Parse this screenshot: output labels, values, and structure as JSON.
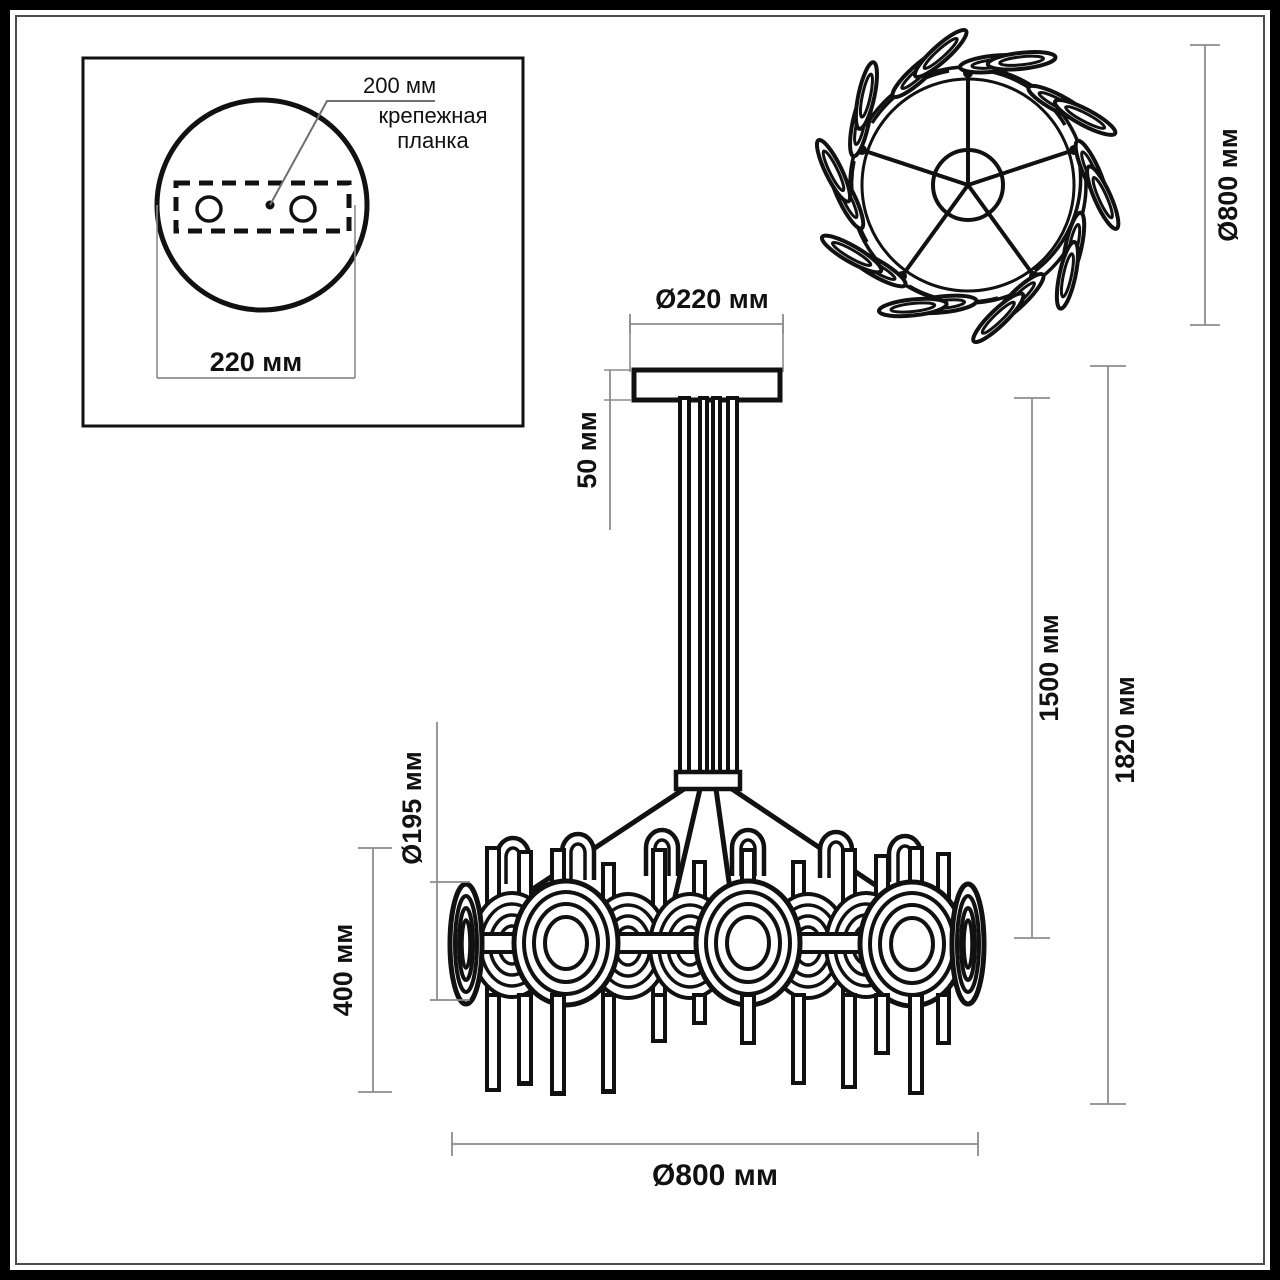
{
  "drawing": {
    "title": "Chandelier technical dimension drawing",
    "background_color": "#ffffff",
    "line_color": "#111111",
    "dimension_line_color": "#7a7a7a",
    "border": {
      "outer_color": "#000000",
      "inner_color": "#4d4d4d"
    }
  },
  "inset_mounting_plate": {
    "label_diameter": "220 мм",
    "label_bracket_width": "200 мм",
    "label_bracket_name_line1": "крепежная",
    "label_bracket_name_line2": "планка"
  },
  "top_view": {
    "label_diameter": "Ø800 мм"
  },
  "front_view": {
    "canopy_diameter": "Ø220 мм",
    "canopy_height": "50 мм",
    "ring_band_height": "Ø195 мм",
    "body_height": "400 мм",
    "suspension_height": "1500 мм",
    "total_height": "1820 мм",
    "body_diameter": "Ø800 мм"
  },
  "icons": {
    "screw-hole-icon": "circle",
    "leader-dot-icon": "dot",
    "dimension-tick-icon": "tick"
  }
}
